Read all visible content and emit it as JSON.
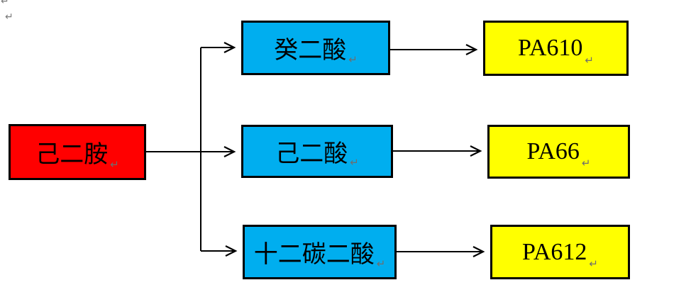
{
  "diagram": {
    "title_hint": "polyamide synthesis flowchart",
    "source": {
      "label": "己二胺"
    },
    "rows": [
      {
        "intermediate": "癸二酸",
        "product": "PA610"
      },
      {
        "intermediate": "己二酸",
        "product": "PA66"
      },
      {
        "intermediate": "十二碳二酸",
        "product": "PA612"
      }
    ],
    "paragraph_mark": "↵",
    "colors": {
      "source_fill": "#ff0000",
      "intermediate_fill": "#00aeef",
      "product_fill": "#ffff00",
      "border": "#000000",
      "arrow": "#000000",
      "mark_gray": "#6e6e6e",
      "background": "#ffffff"
    }
  }
}
